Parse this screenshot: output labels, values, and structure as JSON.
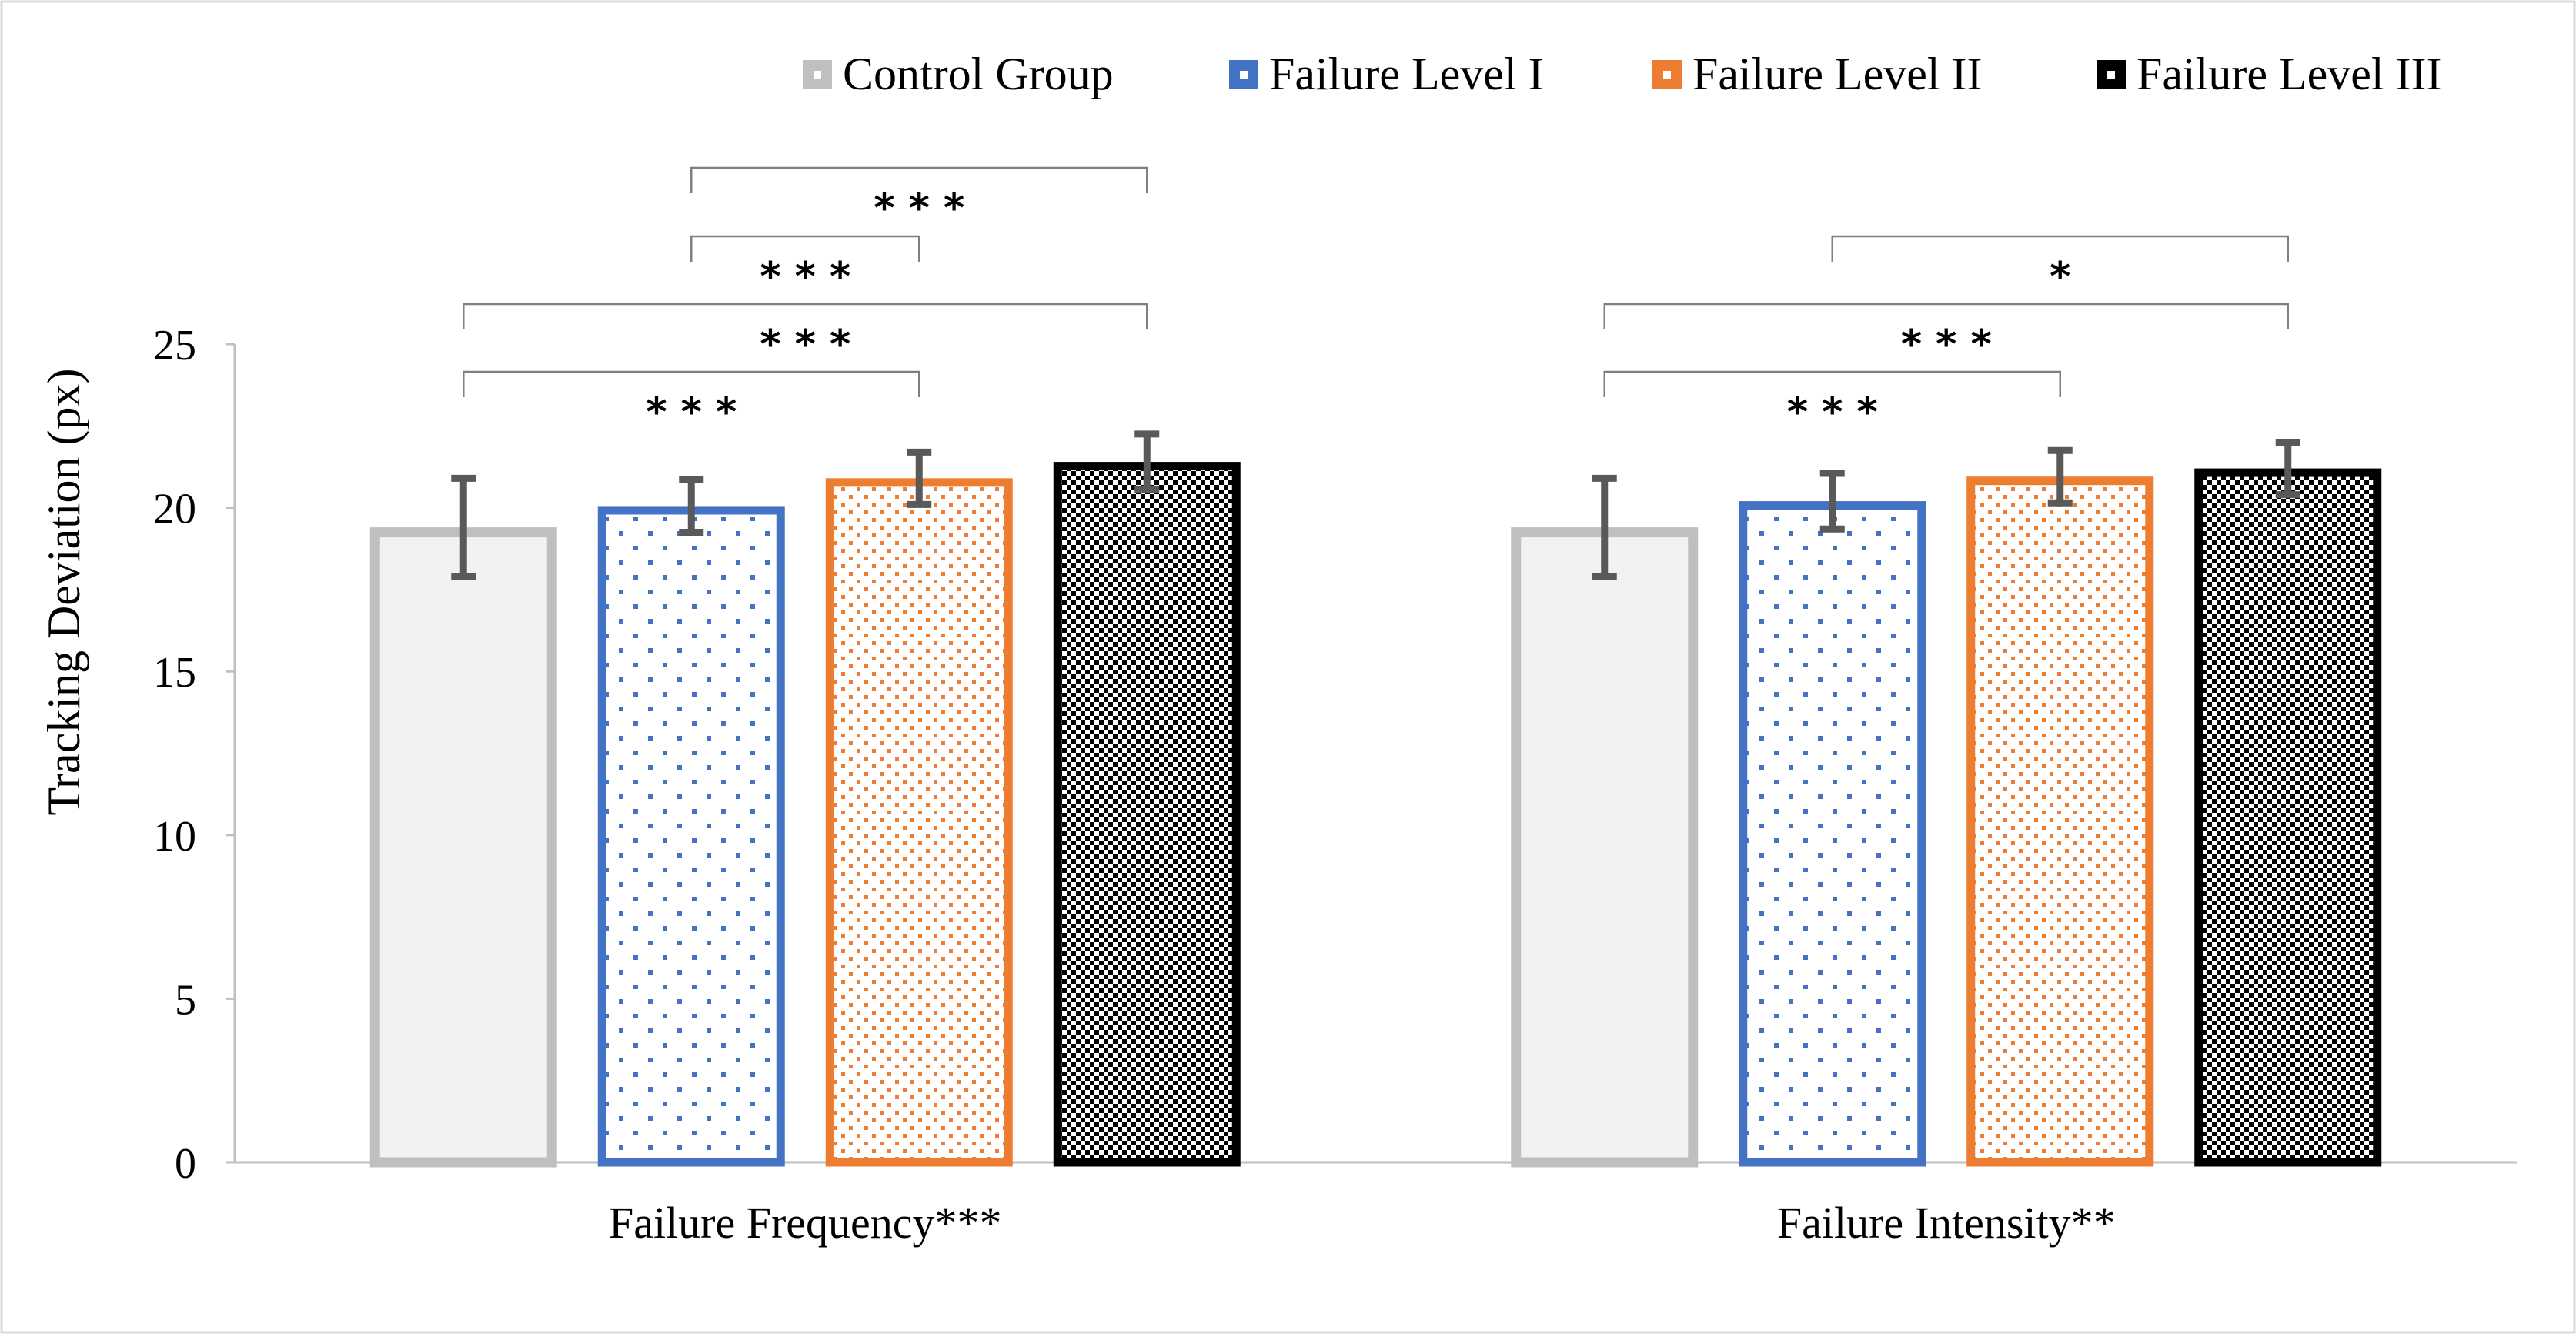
{
  "chart_data": {
    "type": "bar",
    "title": "",
    "ylabel": "Tracking Deviation (px)",
    "xlabel": "",
    "ylim": [
      0,
      25
    ],
    "yticks": [
      0,
      5,
      10,
      15,
      20,
      25
    ],
    "grid": false,
    "legend_position": "top",
    "categories": [
      "Failure Frequency***",
      "Failure Intensity**"
    ],
    "series": [
      {
        "name": "Control Group",
        "color": "#bfbfbf",
        "fill": "#f2f2f2",
        "pattern": "solid",
        "values": [
          19.4,
          19.4
        ],
        "errors": [
          1.5,
          1.5
        ]
      },
      {
        "name": "Failure Level I",
        "color": "#4472c4",
        "fill": "#ffffff",
        "pattern": "sparse-dots",
        "values": [
          20.05,
          20.2
        ],
        "errors": [
          0.8,
          0.85
        ]
      },
      {
        "name": "Failure Level II",
        "color": "#ed7d31",
        "fill": "#ffffff",
        "pattern": "dense-dots",
        "values": [
          20.9,
          20.95
        ],
        "errors": [
          0.8,
          0.8
        ]
      },
      {
        "name": "Failure Level III",
        "color": "#000000",
        "fill": "#ffffff",
        "pattern": "checker",
        "values": [
          21.4,
          21.2
        ],
        "errors": [
          0.85,
          0.8
        ]
      }
    ],
    "significance_brackets": [
      {
        "group": 0,
        "from": 0,
        "to": 2,
        "label": "* * *",
        "tier": 0
      },
      {
        "group": 0,
        "from": 0,
        "to": 3,
        "label": "* * *",
        "tier": 1
      },
      {
        "group": 0,
        "from": 1,
        "to": 2,
        "label": "* * *",
        "tier": 2
      },
      {
        "group": 0,
        "from": 1,
        "to": 3,
        "label": "* * *",
        "tier": 3
      },
      {
        "group": 1,
        "from": 0,
        "to": 2,
        "label": "* * *",
        "tier": 0
      },
      {
        "group": 1,
        "from": 0,
        "to": 3,
        "label": "* * *",
        "tier": 1
      },
      {
        "group": 1,
        "from": 1,
        "to": 3,
        "label": "*",
        "tier": 2
      }
    ]
  }
}
